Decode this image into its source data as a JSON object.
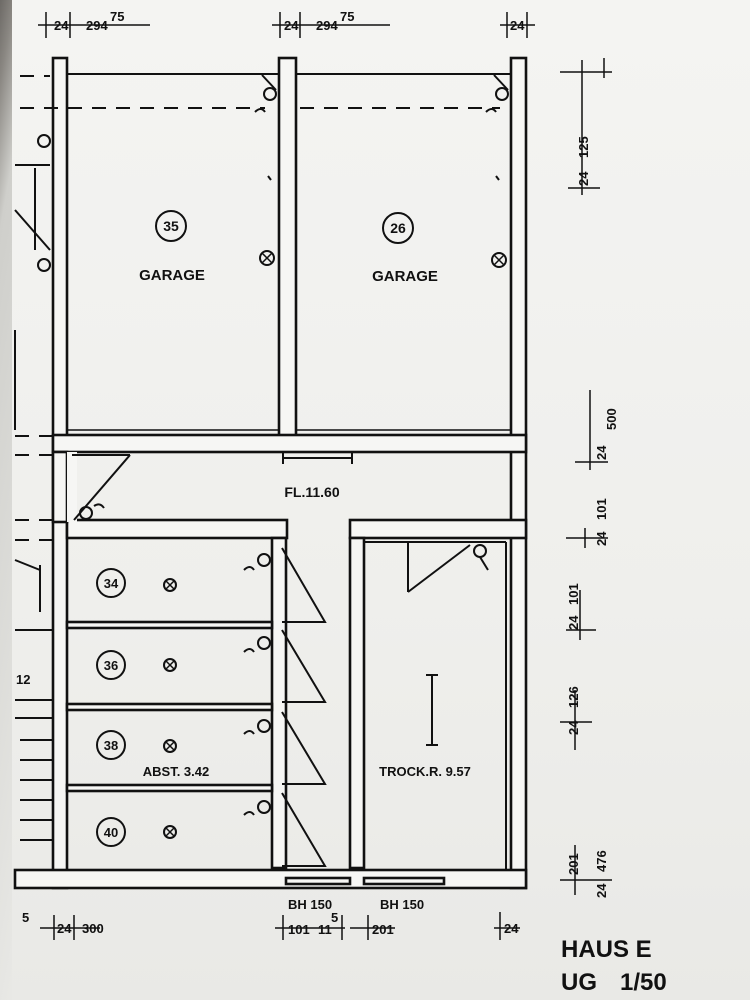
{
  "plan": {
    "rooms": {
      "garage_35": {
        "number": "35",
        "label": "GARAGE"
      },
      "garage_26": {
        "number": "26",
        "label": "GARAGE"
      },
      "hall": {
        "label": "FL.11.60"
      },
      "storage": {
        "label": "ABST. 3.42",
        "cells": [
          "34",
          "36",
          "38",
          "40"
        ]
      },
      "drying_room": {
        "label": "TROCK.R. 9.57"
      }
    },
    "dimensions": {
      "top": [
        "24",
        "294",
        "75",
        "24",
        "294",
        "75",
        "24"
      ],
      "right": [
        "24",
        "125",
        "24",
        "500",
        "24",
        "101",
        "24",
        "101",
        "24",
        "126",
        "201",
        "24",
        "476"
      ],
      "bottom": [
        "5",
        "24",
        "300",
        "BH 150",
        "101",
        "11",
        "5",
        "BH 150",
        "201",
        "24"
      ],
      "left_fragment": "12"
    },
    "title": {
      "building": "HAUS E",
      "level": "UG",
      "scale": "1/50"
    }
  }
}
